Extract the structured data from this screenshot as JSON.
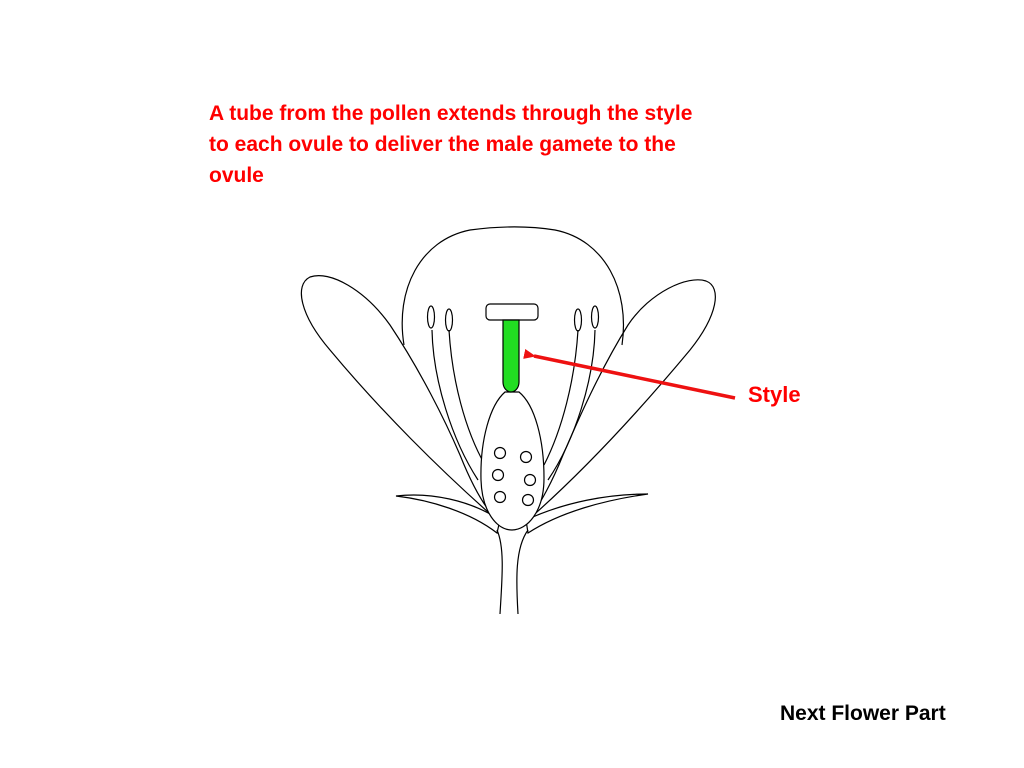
{
  "caption": {
    "lines": [
      "A tube from the pollen extends through the style",
      "to each ovule to deliver the male gamete to the",
      "ovule"
    ]
  },
  "label": {
    "style": "Style"
  },
  "navigation": {
    "next": "Next Flower Part"
  },
  "colors": {
    "caption_text": "#ff0000",
    "pointer_arrow": "#ee1111",
    "highlight_style": "#22dd22",
    "outline": "#000000"
  }
}
